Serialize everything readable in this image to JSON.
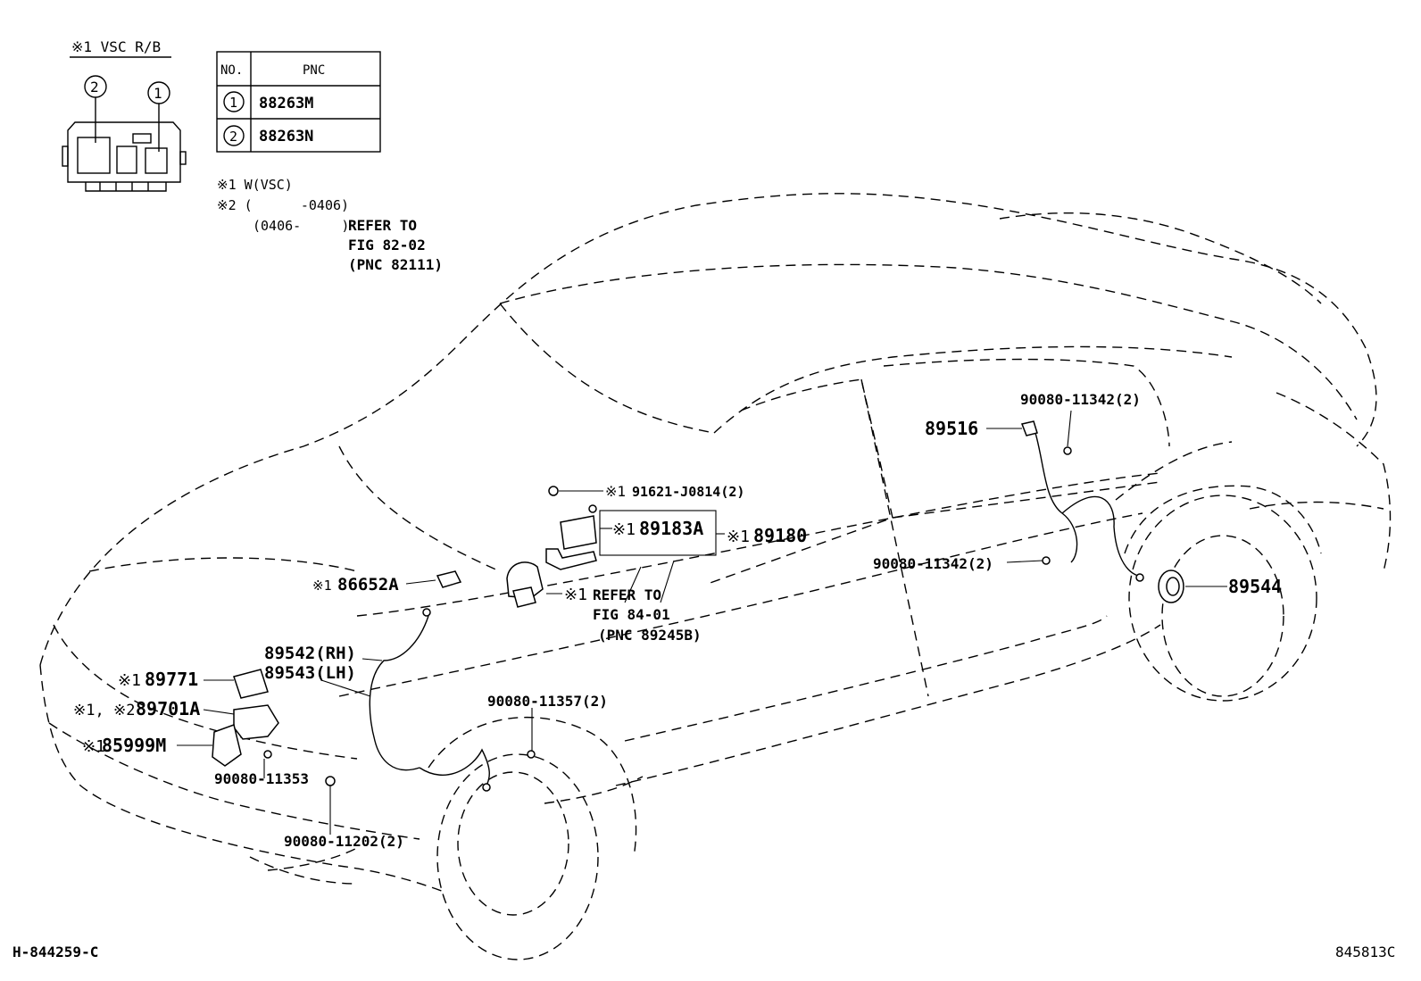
{
  "vsc_title": "※1 VSC R/B",
  "callouts": [
    "1",
    "2"
  ],
  "pnc_table": {
    "headers": [
      "NO.",
      "PNC"
    ],
    "rows": [
      {
        "no": "1",
        "pnc": "88263M"
      },
      {
        "no": "2",
        "pnc": "88263N"
      }
    ]
  },
  "notes": {
    "n1": "※1 W(VSC)",
    "n2": "※2 (      -0406)",
    "n3a": "(0406-     )",
    "n3b": "REFER TO",
    "n4": "FIG 82-02",
    "n5": "(PNC 82111)"
  },
  "parts": {
    "p91621": "91621-J0814(2)",
    "p89183A": "89183A",
    "p89180": "89180",
    "p86652A": "86652A",
    "ref1": "REFER TO",
    "ref2": "FIG 84-01",
    "ref3": "(PNC 89245B)",
    "p89542": "89542(RH)",
    "p89543": "89543(LH)",
    "p89771": "89771",
    "p89701A": "89701A",
    "p85999M": "85999M",
    "p11353": "90080-11353",
    "p11202": "90080-11202(2)",
    "p11357": "90080-11357(2)",
    "p89516": "89516",
    "p11342a": "90080-11342(2)",
    "p11342b": "90080-11342(2)",
    "p89544": "89544"
  },
  "markers": {
    "x1": "※1",
    "x1x2": "※1, ※2"
  },
  "footer": {
    "left": "H-844259-C",
    "right": "845813C"
  }
}
